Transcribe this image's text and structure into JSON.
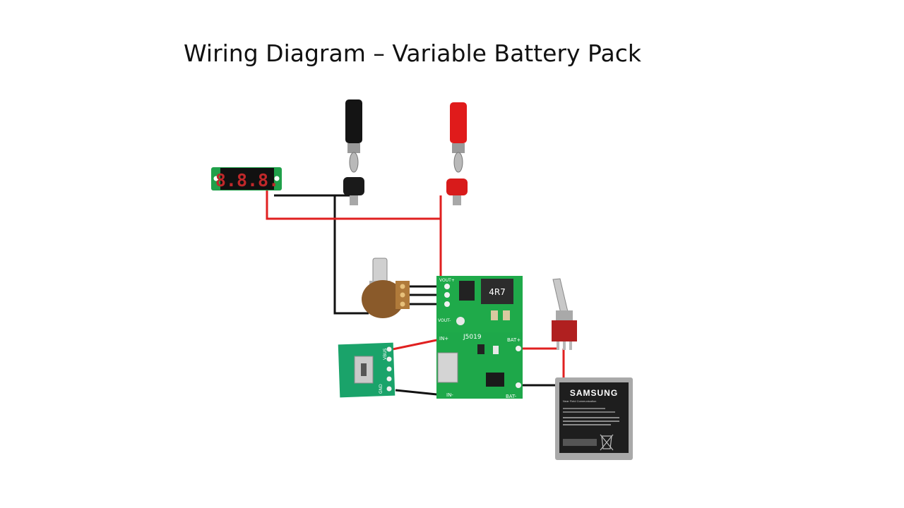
{
  "slide": {
    "title": "Wiring Diagram – Variable Battery Pack"
  },
  "voltmeter": {
    "display": "8.8.8."
  },
  "boost_module": {
    "label_vout_plus": "VOUT+",
    "label_vout_minus": "VOUT-",
    "label_inductor": "4R7",
    "label_chip": "J5019",
    "label_in_plus": "IN+",
    "label_in_minus": "IN-",
    "label_bat_plus": "BAT+",
    "label_bat_minus": "BAT-"
  },
  "usb_board": {
    "label_vbus": "VBUS",
    "label_gnd": "GND"
  },
  "battery": {
    "brand": "SAMSUNG",
    "subtitle": "Near Field Communication"
  },
  "colors": {
    "positive_wire": "#e02020",
    "negative_wire": "#111111",
    "pcb_green": "#1faa4a",
    "battery_body": "#1e1e1e"
  }
}
